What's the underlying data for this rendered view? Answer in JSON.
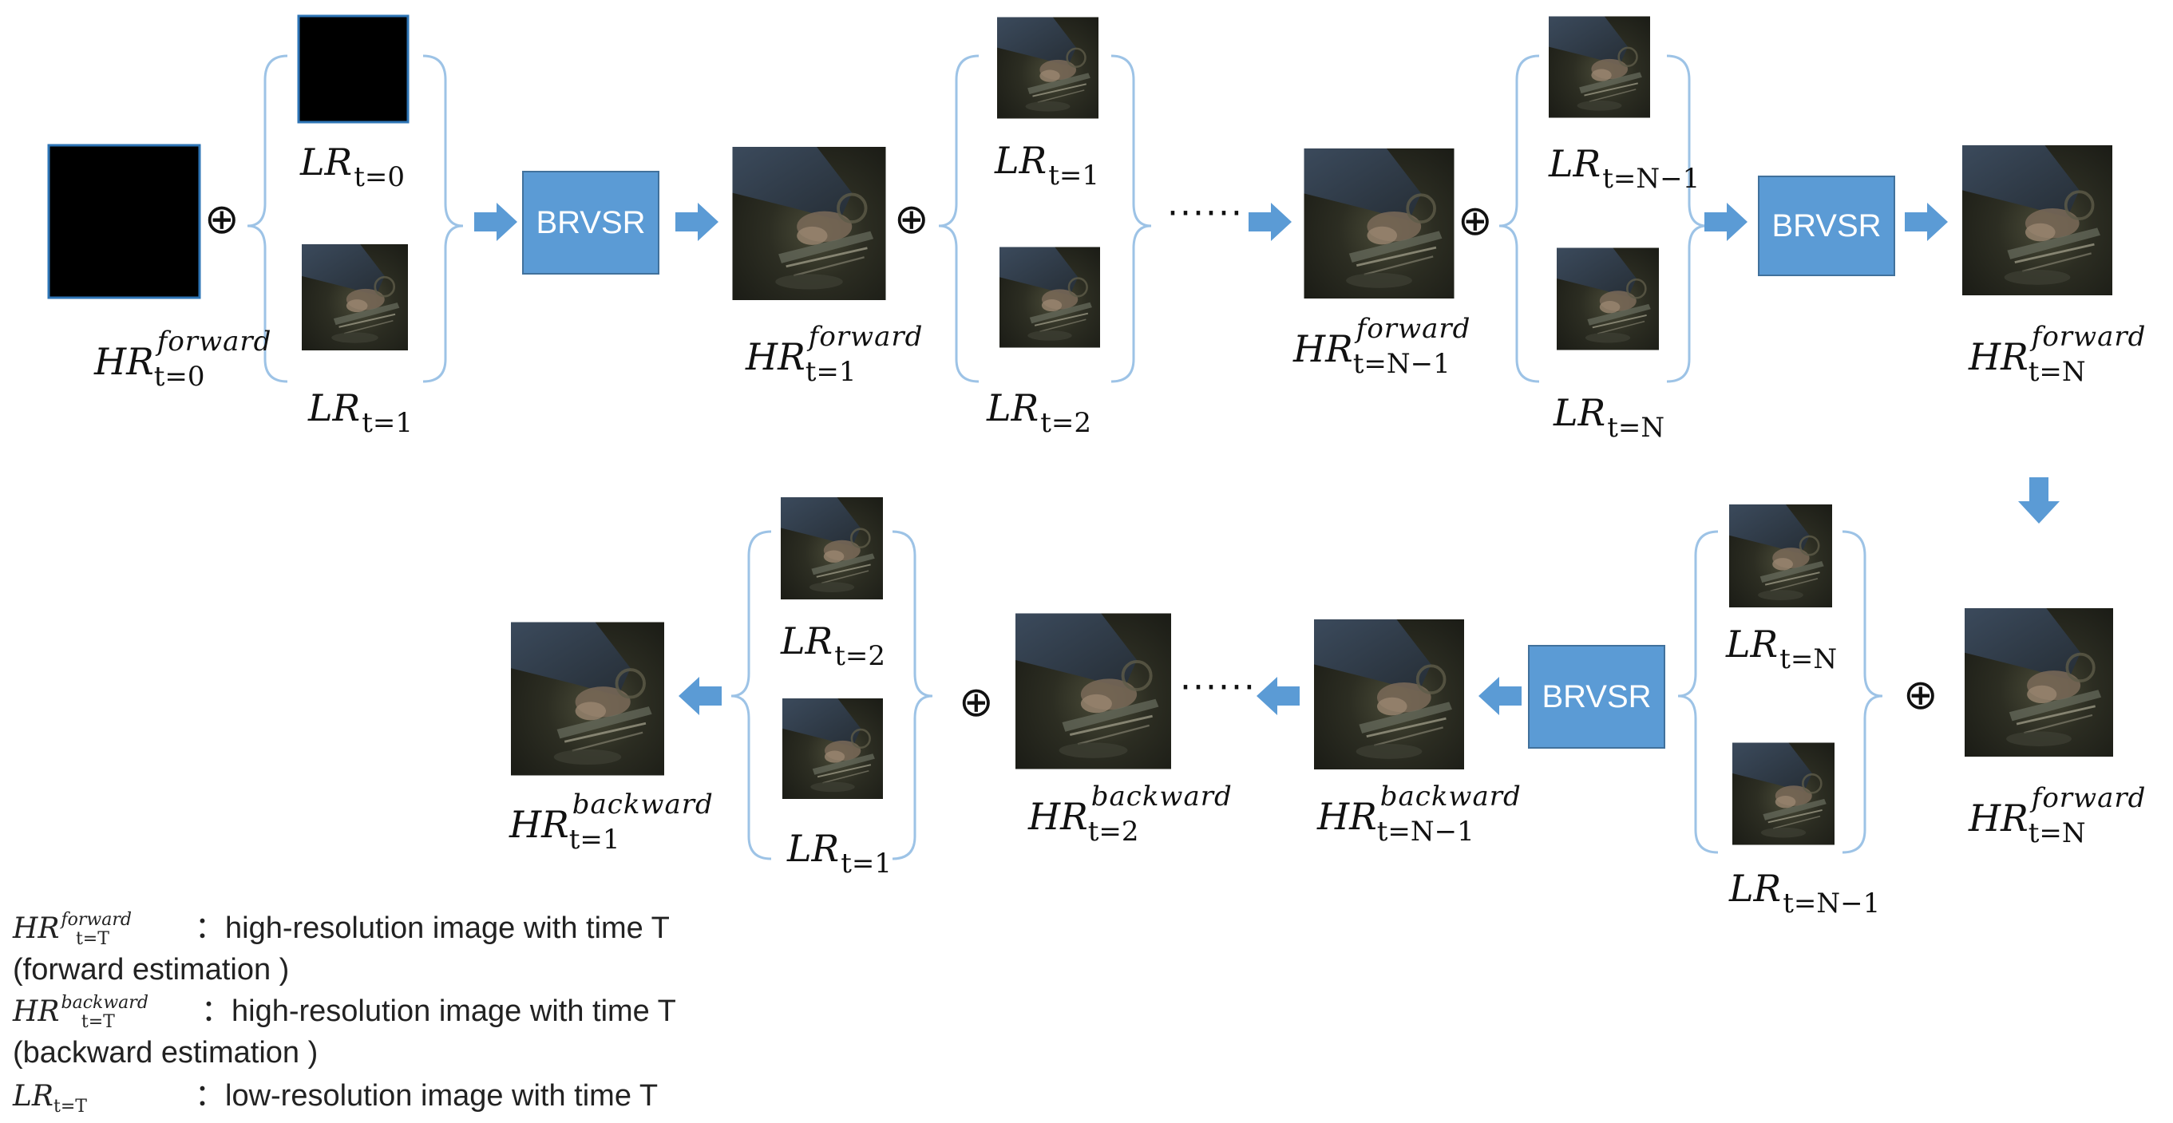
{
  "operator_symbol": "⊕",
  "ellipsis": "······",
  "block_label": "BRVSR",
  "labels": {
    "hr_forward_t0": {
      "base": "HR",
      "sup": "forward",
      "sub": "t=0"
    },
    "lr_t0_top": {
      "base": "LR",
      "sub": "t=0"
    },
    "lr_t1_top": {
      "base": "LR",
      "sub": "t=1"
    },
    "hr_forward_t1": {
      "base": "HR",
      "sup": "forward",
      "sub": "t=1"
    },
    "lr_t1_b": {
      "base": "LR",
      "sub": "t=1"
    },
    "lr_t2_b": {
      "base": "LR",
      "sub": "t=2"
    },
    "hr_forward_tn1": {
      "base": "HR",
      "sup": "forward",
      "sub": "t=N−1"
    },
    "lr_tn1_c": {
      "base": "LR",
      "sub": "t=N−1"
    },
    "lr_tn_c": {
      "base": "LR",
      "sub": "t=N"
    },
    "hr_forward_tn_top": {
      "base": "HR",
      "sup": "forward",
      "sub": "t=N"
    },
    "hr_forward_tn_bottom": {
      "base": "HR",
      "sup": "forward",
      "sub": "t=N"
    },
    "lr_tn_d": {
      "base": "LR",
      "sub": "t=N"
    },
    "lr_tn1_d": {
      "base": "LR",
      "sub": "t=N−1"
    },
    "hr_backward_tn1": {
      "base": "HR",
      "sup": "backward",
      "sub": "t=N−1"
    },
    "hr_backward_t2": {
      "base": "HR",
      "sup": "backward",
      "sub": "t=2"
    },
    "lr_t2_e": {
      "base": "LR",
      "sub": "t=2"
    },
    "lr_t1_e": {
      "base": "LR",
      "sub": "t=1"
    },
    "hr_backward_t1": {
      "base": "HR",
      "sup": "backward",
      "sub": "t=1"
    }
  },
  "legend": [
    {
      "base": "HR",
      "sup": "forward",
      "sub": "t=T",
      "text": "：high-resolution image with time T",
      "text2": "(forward estimation )"
    },
    {
      "base": "HR",
      "sup": "backward",
      "sub": "t=T",
      "text": "：high-resolution image with time T",
      "text2": "(backward estimation )"
    },
    {
      "base": "LR",
      "sup": "",
      "sub": "t=T",
      "text": "：low-resolution image with time T",
      "text2": ""
    }
  ],
  "colors": {
    "block_fill": "#5b9bd5",
    "block_border": "#41719c",
    "arrow": "#5b9bd5",
    "brace": "#9dc3e6",
    "frame_black": "#000000",
    "frame_border": "#2e75b6"
  }
}
